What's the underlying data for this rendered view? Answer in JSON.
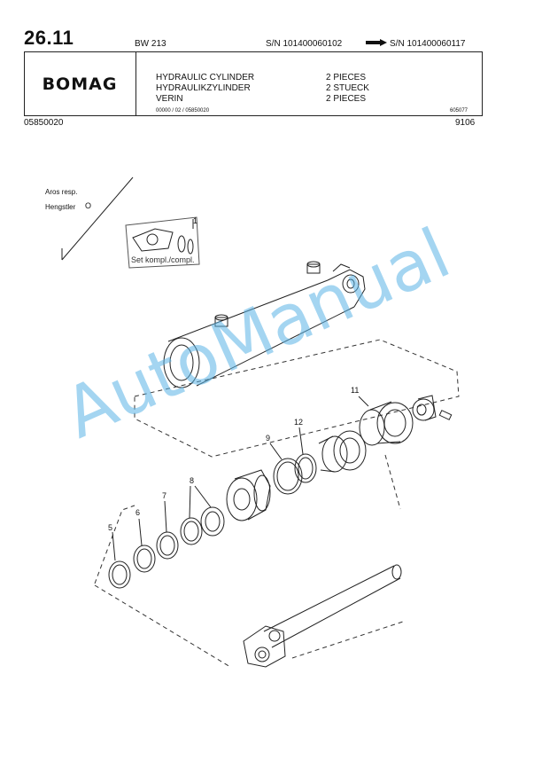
{
  "header": {
    "page_number": "26.11",
    "model": "BW 213",
    "sn_from": "S/N 101400060102",
    "sn_to": "S/N 101400060117",
    "logo_text": "BOMAG"
  },
  "parts_table": {
    "rows": [
      {
        "name": "HYDRAULIC CYLINDER",
        "qty": "2 PIECES"
      },
      {
        "name": "HYDRAULIKZYLINDER",
        "qty": "2 STUECK"
      },
      {
        "name": "VERIN",
        "qty": "2 PIECES"
      }
    ],
    "ref_left": "00000 / 02 / 05850020",
    "ref_right": "605077"
  },
  "footer_codes": {
    "doc_code": "05850020",
    "date_code": "9106"
  },
  "diagram": {
    "aros_label": "Aros resp.",
    "hengstler_label": "Hengstler",
    "hengstler_mark": "O",
    "set_label": "Set kompl./compl.",
    "callouts": [
      "1",
      "5",
      "6",
      "7",
      "8",
      "9",
      "11",
      "12"
    ]
  },
  "watermark": "AutoManual"
}
